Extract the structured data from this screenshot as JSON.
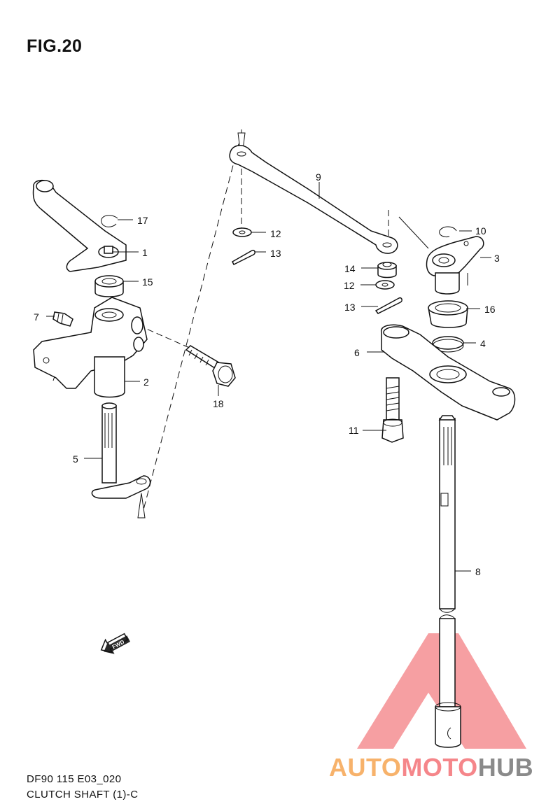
{
  "figure": {
    "title": "FIG.20",
    "code": "DF90 115 E03_020",
    "name": "CLUTCH SHAFT (1)-C"
  },
  "fwd_label": "FWD",
  "callouts": [
    {
      "id": "1",
      "label": "1"
    },
    {
      "id": "2",
      "label": "2"
    },
    {
      "id": "3",
      "label": "3"
    },
    {
      "id": "4",
      "label": "4"
    },
    {
      "id": "5",
      "label": "5"
    },
    {
      "id": "6",
      "label": "6"
    },
    {
      "id": "7",
      "label": "7"
    },
    {
      "id": "8",
      "label": "8"
    },
    {
      "id": "9",
      "label": "9"
    },
    {
      "id": "10",
      "label": "10"
    },
    {
      "id": "11",
      "label": "11"
    },
    {
      "id": "12a",
      "label": "12"
    },
    {
      "id": "12b",
      "label": "12"
    },
    {
      "id": "13a",
      "label": "13"
    },
    {
      "id": "13b",
      "label": "13"
    },
    {
      "id": "14",
      "label": "14"
    },
    {
      "id": "15",
      "label": "15"
    },
    {
      "id": "16",
      "label": "16"
    },
    {
      "id": "17",
      "label": "17"
    },
    {
      "id": "18",
      "label": "18"
    }
  ],
  "watermark": {
    "part1": "AUTO",
    "part2": "MOTO",
    "part3": "HUB",
    "colors": {
      "auto": "#f7b26b",
      "moto": "#f5868a",
      "hub": "#8a8a8a",
      "triangle": "#f26a6e"
    }
  }
}
